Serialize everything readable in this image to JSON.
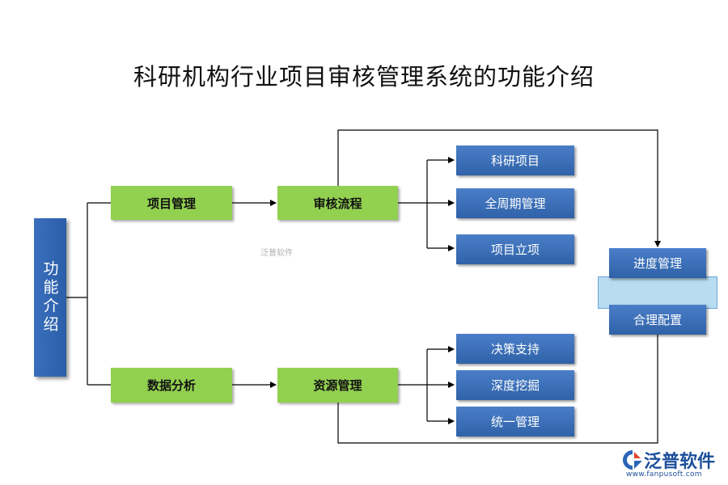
{
  "title": "科研机构行业项目审核管理系统的功能介绍",
  "root": {
    "label": "功能介绍"
  },
  "level1": [
    {
      "label": "项目管理"
    },
    {
      "label": "数据分析"
    }
  ],
  "level2": [
    {
      "label": "审核流程"
    },
    {
      "label": "资源管理"
    }
  ],
  "leaves_top": [
    {
      "label": "科研项目"
    },
    {
      "label": "全周期管理"
    },
    {
      "label": "项目立项"
    }
  ],
  "leaves_bottom": [
    {
      "label": "决策支持"
    },
    {
      "label": "深度挖掘"
    },
    {
      "label": "统一管理"
    }
  ],
  "right_nodes": [
    {
      "label": "进度管理"
    },
    {
      "label": "合理配置"
    }
  ],
  "watermark": "泛普软件",
  "logo": {
    "name": "泛普软件",
    "url": "www.fanpusoft.com"
  },
  "colors": {
    "green": "#92d050",
    "blue": "#2f62a8",
    "band": "#b8dcf0",
    "brand": "#1d4f9a"
  }
}
